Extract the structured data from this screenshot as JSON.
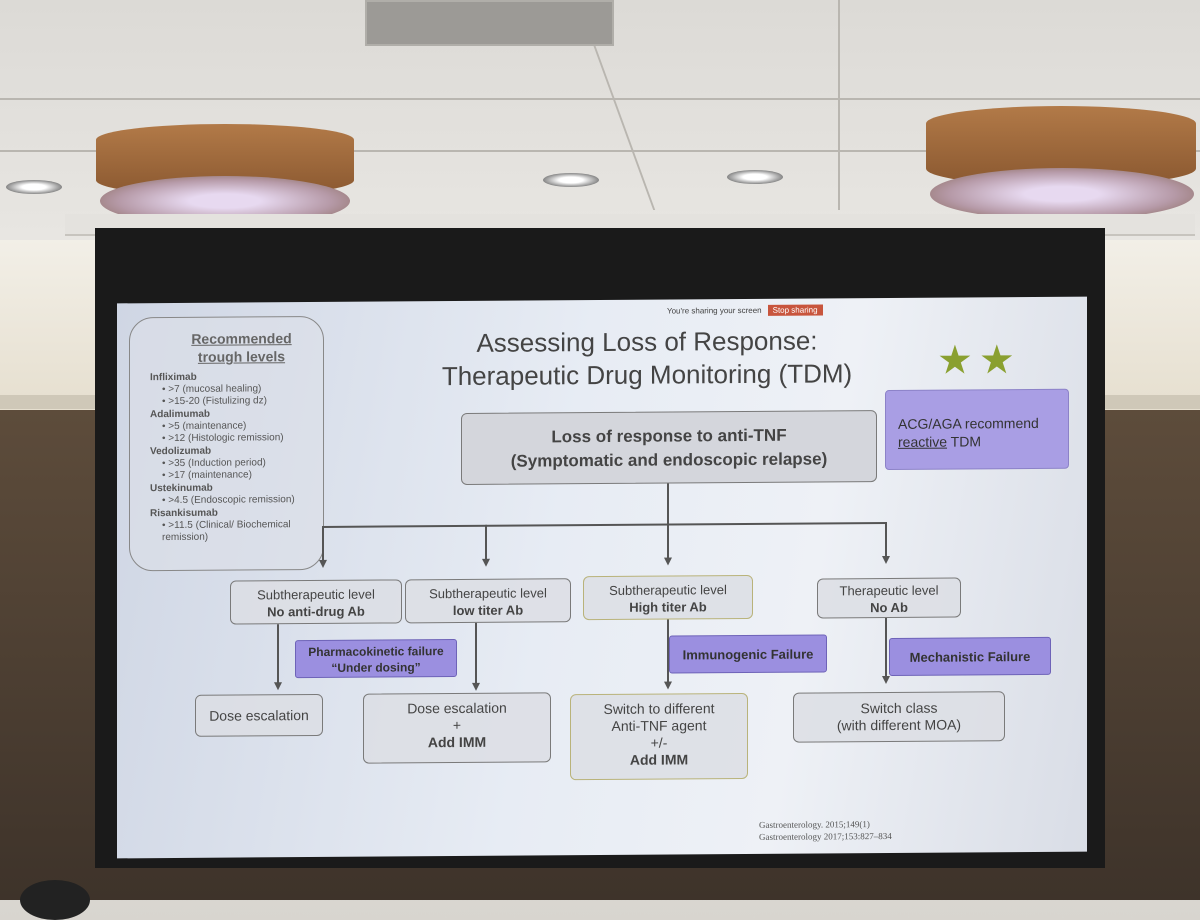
{
  "share_bar": {
    "text": "You're sharing your screen",
    "stop": "Stop sharing"
  },
  "title": {
    "line1": "Assessing Loss of Response:",
    "line2": "Therapeutic Drug Monitoring (TDM)"
  },
  "stars": "★★",
  "trough": {
    "heading1": "Recommended",
    "heading2": "trough levels",
    "drugs": [
      {
        "name": "Infliximab",
        "levels": [
          "•  >7 (mucosal healing)",
          "•  >15-20 (Fistulizing dz)"
        ]
      },
      {
        "name": "Adalimumab",
        "levels": [
          "•  >5 (maintenance)",
          "•  >12 (Histologic remission)"
        ]
      },
      {
        "name": "Vedolizumab",
        "levels": [
          "•  >35 (Induction period)",
          "•  >17 (maintenance)"
        ]
      },
      {
        "name": "Ustekinumab",
        "levels": [
          "•  >4.5 (Endoscopic remission)"
        ]
      },
      {
        "name": "Risankisumab",
        "levels": [
          "•  >11.5 (Clinical/ Biochemical",
          "remission)"
        ]
      }
    ]
  },
  "acg": {
    "line1": "ACG/AGA recommend",
    "reactive": "reactive",
    "tdm": " TDM"
  },
  "main": {
    "line1": "Loss of response to anti-TNF",
    "line2": "(Symptomatic and endoscopic relapse)"
  },
  "levels": [
    {
      "line1": "Subtherapeutic level",
      "line2": "No anti-drug Ab"
    },
    {
      "line1": "Subtherapeutic level",
      "line2": "low titer Ab"
    },
    {
      "line1": "Subtherapeutic level",
      "line2": "High titer Ab"
    },
    {
      "line1": "Therapeutic level",
      "line2": "No Ab"
    }
  ],
  "failures": {
    "pk1": "Pharmacokinetic failure",
    "pk2": "“Under dosing”",
    "immuno": "Immunogenic Failure",
    "mech": "Mechanistic Failure"
  },
  "actions": {
    "a1": "Dose escalation",
    "a2_1": "Dose escalation",
    "a2_2": "+",
    "a2_3": "Add IMM",
    "a3_1": "Switch to different",
    "a3_2": "Anti-TNF agent",
    "a3_3": "+/-",
    "a3_4": "Add IMM",
    "a4_1": "Switch class",
    "a4_2": "(with different MOA)"
  },
  "refs": {
    "r1": "Gastroenterology. 2015;149(1)",
    "r2": "Gastroenterology 2017;153:827–834"
  }
}
